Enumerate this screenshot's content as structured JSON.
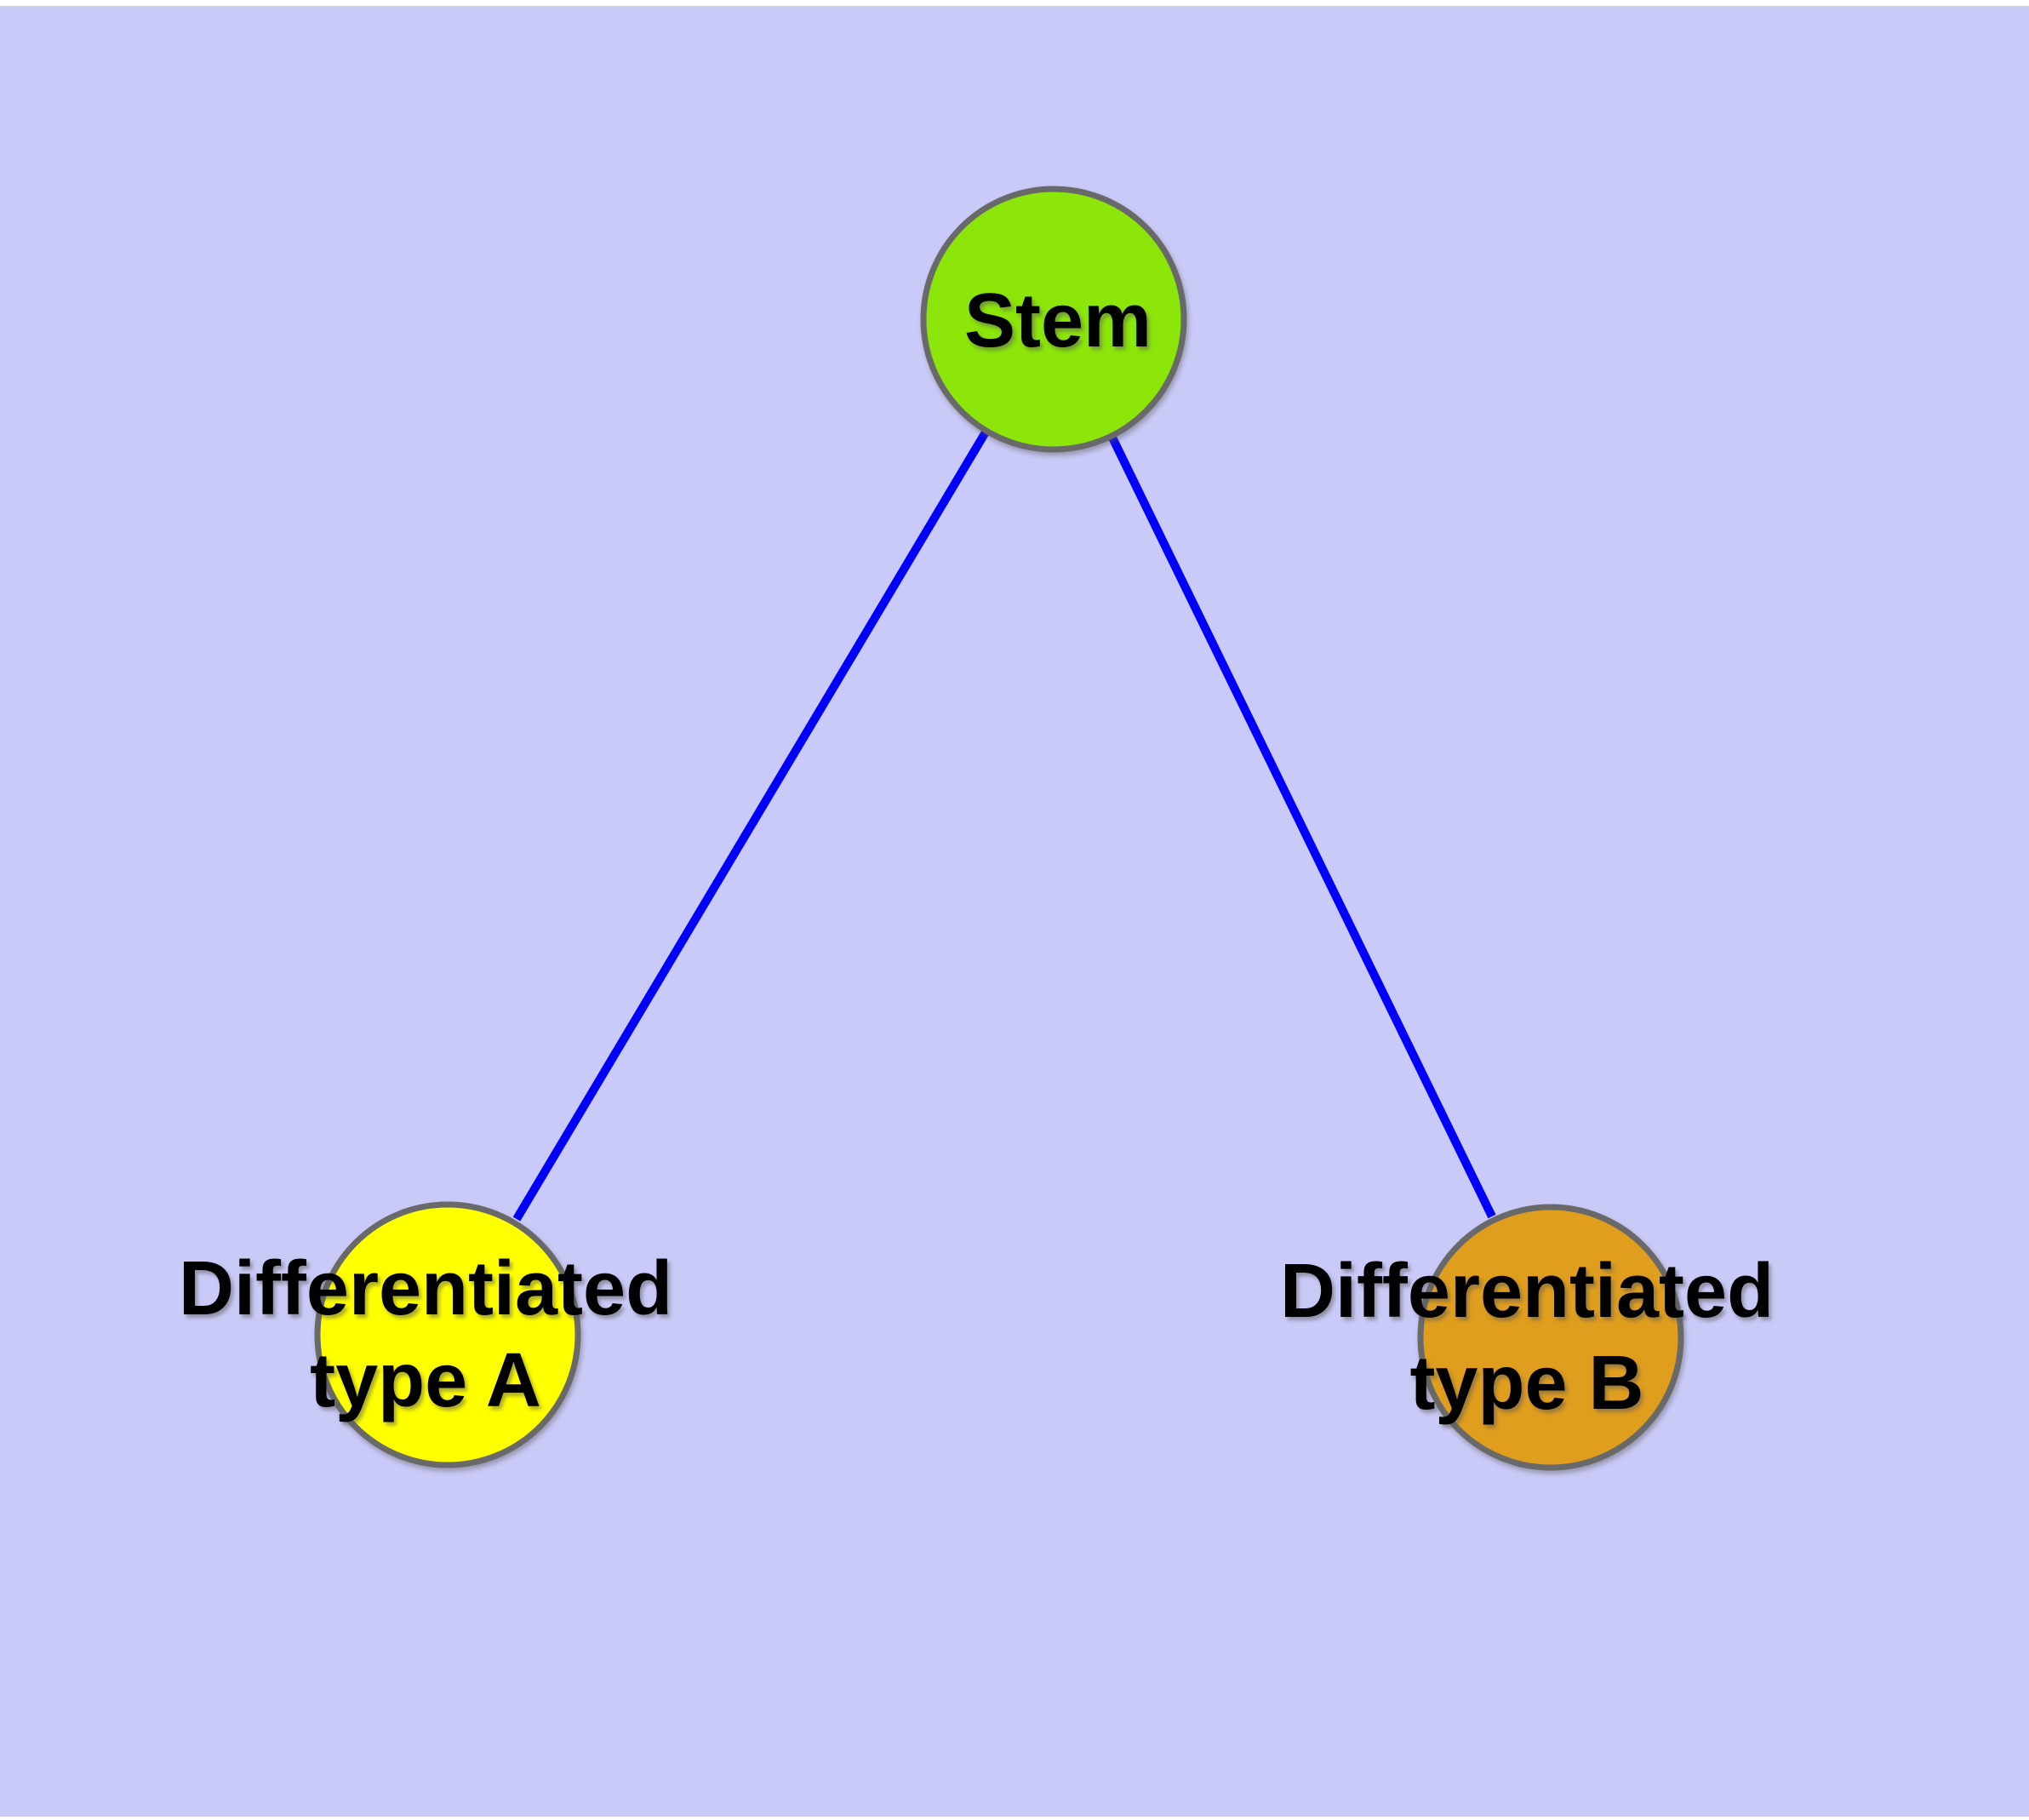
{
  "canvas": {
    "background_color": "#cacaf8",
    "margin_color": "#ffffff"
  },
  "graph": {
    "edge_color": "#0000fa",
    "edge_width": "10",
    "node_border_color": "#696969",
    "label_text_color": "#000000",
    "nodes": [
      {
        "id": "stem",
        "label": "Stem",
        "line1": "Stem",
        "line2": "",
        "fill": "#8ce60a"
      },
      {
        "id": "differentiated-type-a",
        "label": "Differentiated type A",
        "line1": "Differentiated",
        "line2": "type A",
        "fill": "#ffff00"
      },
      {
        "id": "differentiated-type-b",
        "label": "Differentiated type B",
        "line1": "Differentiated",
        "line2": "type B",
        "fill": "#e09e1e"
      }
    ],
    "edges": [
      {
        "from": "Stem",
        "to": "Differentiated type A"
      },
      {
        "from": "Stem",
        "to": "Differentiated type B"
      }
    ]
  }
}
